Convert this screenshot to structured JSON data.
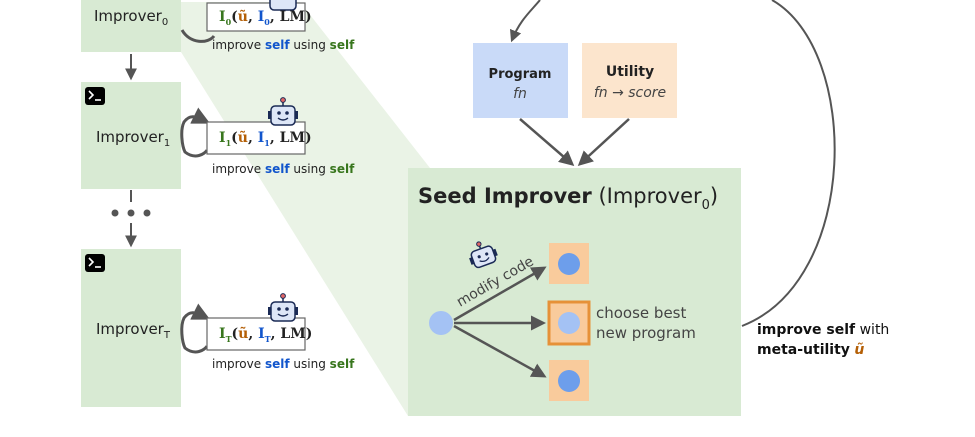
{
  "improvers": [
    {
      "label": "Improver",
      "sub": "0",
      "formula_fn": "I",
      "formula_sub": "0",
      "formula_args_u": "ũ",
      "formula_arg_i": "I",
      "formula_arg_i_sub": "0",
      "formula_lm": "LM",
      "caption_a": "improve",
      "caption_b": "self",
      "caption_c": "using",
      "caption_d": "self",
      "has_terminal": false
    },
    {
      "label": "Improver",
      "sub": "1",
      "formula_fn": "I",
      "formula_sub": "1",
      "formula_args_u": "ũ",
      "formula_arg_i": "I",
      "formula_arg_i_sub": "1",
      "formula_lm": "LM",
      "caption_a": "improve",
      "caption_b": "self",
      "caption_c": "using",
      "caption_d": "self",
      "has_terminal": true
    },
    {
      "label": "Improver",
      "sub": "T",
      "formula_fn": "I",
      "formula_sub": "T",
      "formula_args_u": "ũ",
      "formula_arg_i": "I",
      "formula_arg_i_sub": "T",
      "formula_lm": "LM",
      "caption_a": "improve",
      "caption_b": "self",
      "caption_c": "using",
      "caption_d": "self",
      "has_terminal": true
    }
  ],
  "program_box": {
    "title": "Program",
    "subtitle": "fn"
  },
  "utility_box": {
    "title": "Utility",
    "subtitle": "fn → score"
  },
  "seed": {
    "title_bold": "Seed Improver",
    "title_paren_open": "(Improver",
    "title_sub": "0",
    "title_paren_close": ")"
  },
  "modify_label": "modify code",
  "choose_label_line1": "choose best",
  "choose_label_line2": "new program",
  "meta": {
    "line1_bold": "improve self",
    "line1_rest": " with",
    "line2_bold": "meta-utility",
    "line2_symbol": "ũ"
  },
  "colors": {
    "green_bg": "#d8ead3",
    "green_light": "#eaf3e6",
    "program_blue": "#c9daf8",
    "utility_orange": "#fce5cd",
    "orange_box": "#f9cb9c",
    "orange_border": "#e69138",
    "blue_dot": "#6d9eeb",
    "blue_light": "#a4c2f4",
    "self_blue": "#1155cc",
    "self_green": "#38761d",
    "tilde_orange": "#b45f06",
    "arrow_gray": "#555555"
  }
}
